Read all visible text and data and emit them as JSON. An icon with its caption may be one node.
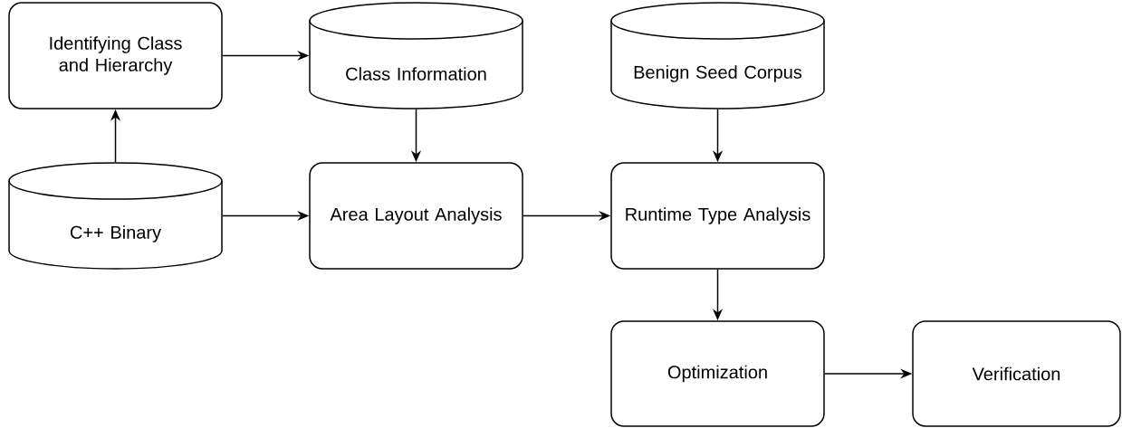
{
  "diagram": {
    "nodes": [
      {
        "text": [
          "Identifying Class and Hierarchy"
        ]
      },
      {
        "text": [
          "Class Information"
        ]
      },
      {
        "text": [
          "Benign Seed Corpus"
        ]
      },
      {
        "text": [
          "C++ Binary"
        ]
      },
      {
        "text": [
          "Area Layout Analysis"
        ]
      },
      {
        "text": [
          "Runtime Type Analysis"
        ]
      },
      {
        "text": [
          "Optimization"
        ]
      },
      {
        "text": [
          "Verification"
        ]
      }
    ],
    "edges": [
      {
        "from": 3,
        "to": 0,
        "arrow": "to"
      },
      {
        "from": 0,
        "to": 1,
        "arrow": "to"
      },
      {
        "from": 1,
        "to": 4,
        "arrow": "to"
      },
      {
        "from": 3,
        "to": 4,
        "arrow": "to"
      },
      {
        "from": 2,
        "to": 5,
        "arrow": "to"
      },
      {
        "from": 4,
        "to": 5,
        "arrow": "to"
      },
      {
        "from": 5,
        "to": 6,
        "arrow": "to"
      },
      {
        "from": 6,
        "to": 7,
        "arrow": "to"
      }
    ]
  }
}
